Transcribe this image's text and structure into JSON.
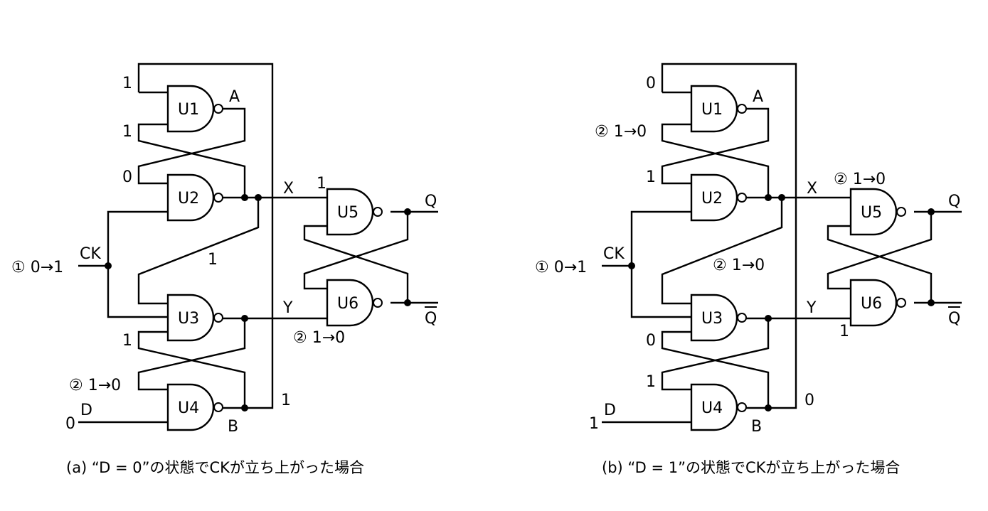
{
  "diagrams": [
    {
      "caption": "(a) “D = 0”の状態でCKが立ち上がった場合",
      "gates": [
        "U1",
        "U2",
        "U3",
        "U4",
        "U5",
        "U6"
      ],
      "nodes": {
        "A": "A",
        "B": "B",
        "X": "X",
        "Y": "Y",
        "CK": "CK",
        "D": "D",
        "Q": "Q",
        "Qbar": "Q"
      },
      "values": {
        "u1_top": "1",
        "u1_bottom": "1",
        "u2_top": "0",
        "u3_feedback": "1",
        "u3_bottom": "1",
        "u4_top": "② 1→0",
        "feedback_right": "1",
        "d_in": "0",
        "x_val": "1",
        "y_val": "② 1→0",
        "ck_in": "① 0→1"
      }
    },
    {
      "caption": "(b) “D = 1”の状態でCKが立ち上がった場合",
      "gates": [
        "U1",
        "U2",
        "U3",
        "U4",
        "U5",
        "U6"
      ],
      "nodes": {
        "A": "A",
        "B": "B",
        "X": "X",
        "Y": "Y",
        "CK": "CK",
        "D": "D",
        "Q": "Q",
        "Qbar": "Q"
      },
      "values": {
        "u1_top": "0",
        "u1_bottom": "② 1→0",
        "u2_top": "1",
        "u3_feedback": "② 1→0",
        "u3_bottom": "0",
        "u4_top": "1",
        "feedback_right": "0",
        "d_in": "1",
        "x_val": "② 1→0",
        "y_val": "1",
        "ck_in": "① 0→1"
      }
    }
  ]
}
